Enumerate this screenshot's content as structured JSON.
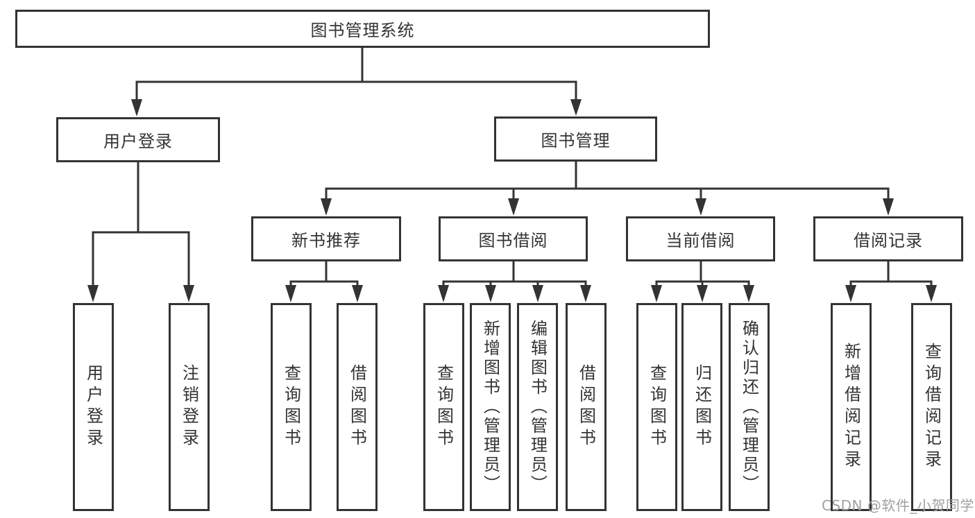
{
  "diagram": {
    "type": "hierarchy-tree",
    "tree": {
      "root": {
        "label": "图书管理系统"
      },
      "branches": [
        {
          "label": "用户登录",
          "children": [
            {
              "label": "用户登录"
            },
            {
              "label": "注销登录"
            }
          ]
        },
        {
          "label": "图书管理",
          "children": [
            {
              "label": "新书推荐",
              "children": [
                {
                  "label": "查询图书"
                },
                {
                  "label": "借阅图书"
                }
              ]
            },
            {
              "label": "图书借阅",
              "children": [
                {
                  "label": "查询图书"
                },
                {
                  "label": "新增图书（管理员）"
                },
                {
                  "label": "编辑图书（管理员）"
                },
                {
                  "label": "借阅图书"
                }
              ]
            },
            {
              "label": "当前借阅",
              "children": [
                {
                  "label": "查询图书"
                },
                {
                  "label": "归还图书"
                },
                {
                  "label": "确认归还（管理员）"
                }
              ]
            },
            {
              "label": "借阅记录",
              "children": [
                {
                  "label": "新增借阅记录"
                },
                {
                  "label": "查询借阅记录"
                }
              ]
            }
          ]
        }
      ]
    },
    "colors": {
      "line": "#333333",
      "box_border": "#333333",
      "text": "#333333",
      "watermark": "#a0a0a0",
      "background": "#ffffff"
    }
  },
  "watermark": {
    "text": "CSDN @软件_小贺同学"
  }
}
